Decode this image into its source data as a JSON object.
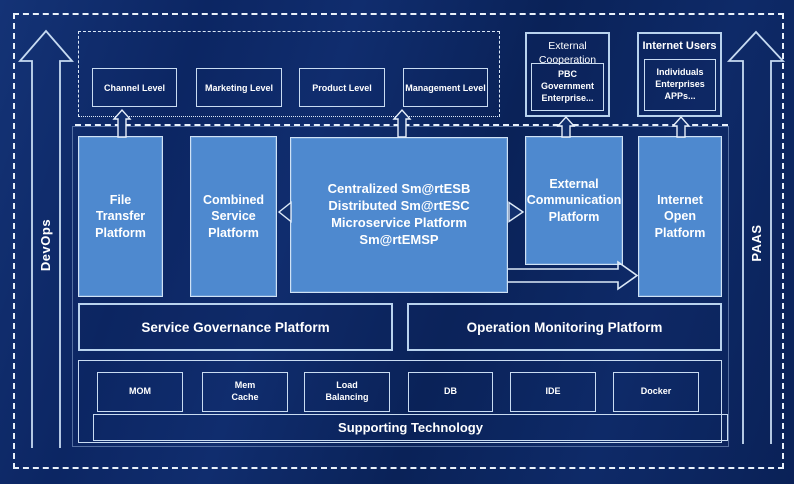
{
  "diagram": {
    "side_arrows": {
      "left_label": "DevOps",
      "right_label": "PAAS"
    },
    "top": {
      "levels": [
        "Channel Level",
        "Marketing Level",
        "Product Level",
        "Management Level"
      ],
      "external_cooperation": {
        "title": "External\nCooperation",
        "inner": "PBC Government\nEnterprise..."
      },
      "internet_users": {
        "title": "Internet Users",
        "inner": "Individuals\nEnterprises\nAPPs..."
      }
    },
    "platforms": {
      "file_transfer": "File\nTransfer\nPlatform",
      "combined_service": "Combined\nService\nPlatform",
      "esb": "Centralized Sm@rtESB\nDistributed Sm@rtESC\nMicroservice Platform Sm@rtEMSP",
      "external_communication": "External\nCommunication\nPlatform",
      "internet_open": "Internet\nOpen\nPlatform"
    },
    "bands": {
      "governance": "Service Governance Platform",
      "monitoring": "Operation Monitoring Platform"
    },
    "technology": {
      "items": [
        "MOM",
        "Mem\nCache",
        "Load\nBalancing",
        "DB",
        "IDE",
        "Docker"
      ],
      "bar": "Supporting Technology"
    },
    "colors": {
      "background": "#0c2663",
      "light_box_fill": "#4e89cf",
      "border_light": "#b9d3ee",
      "dashed": "#e9f1fb",
      "text": "#ffffff"
    }
  }
}
